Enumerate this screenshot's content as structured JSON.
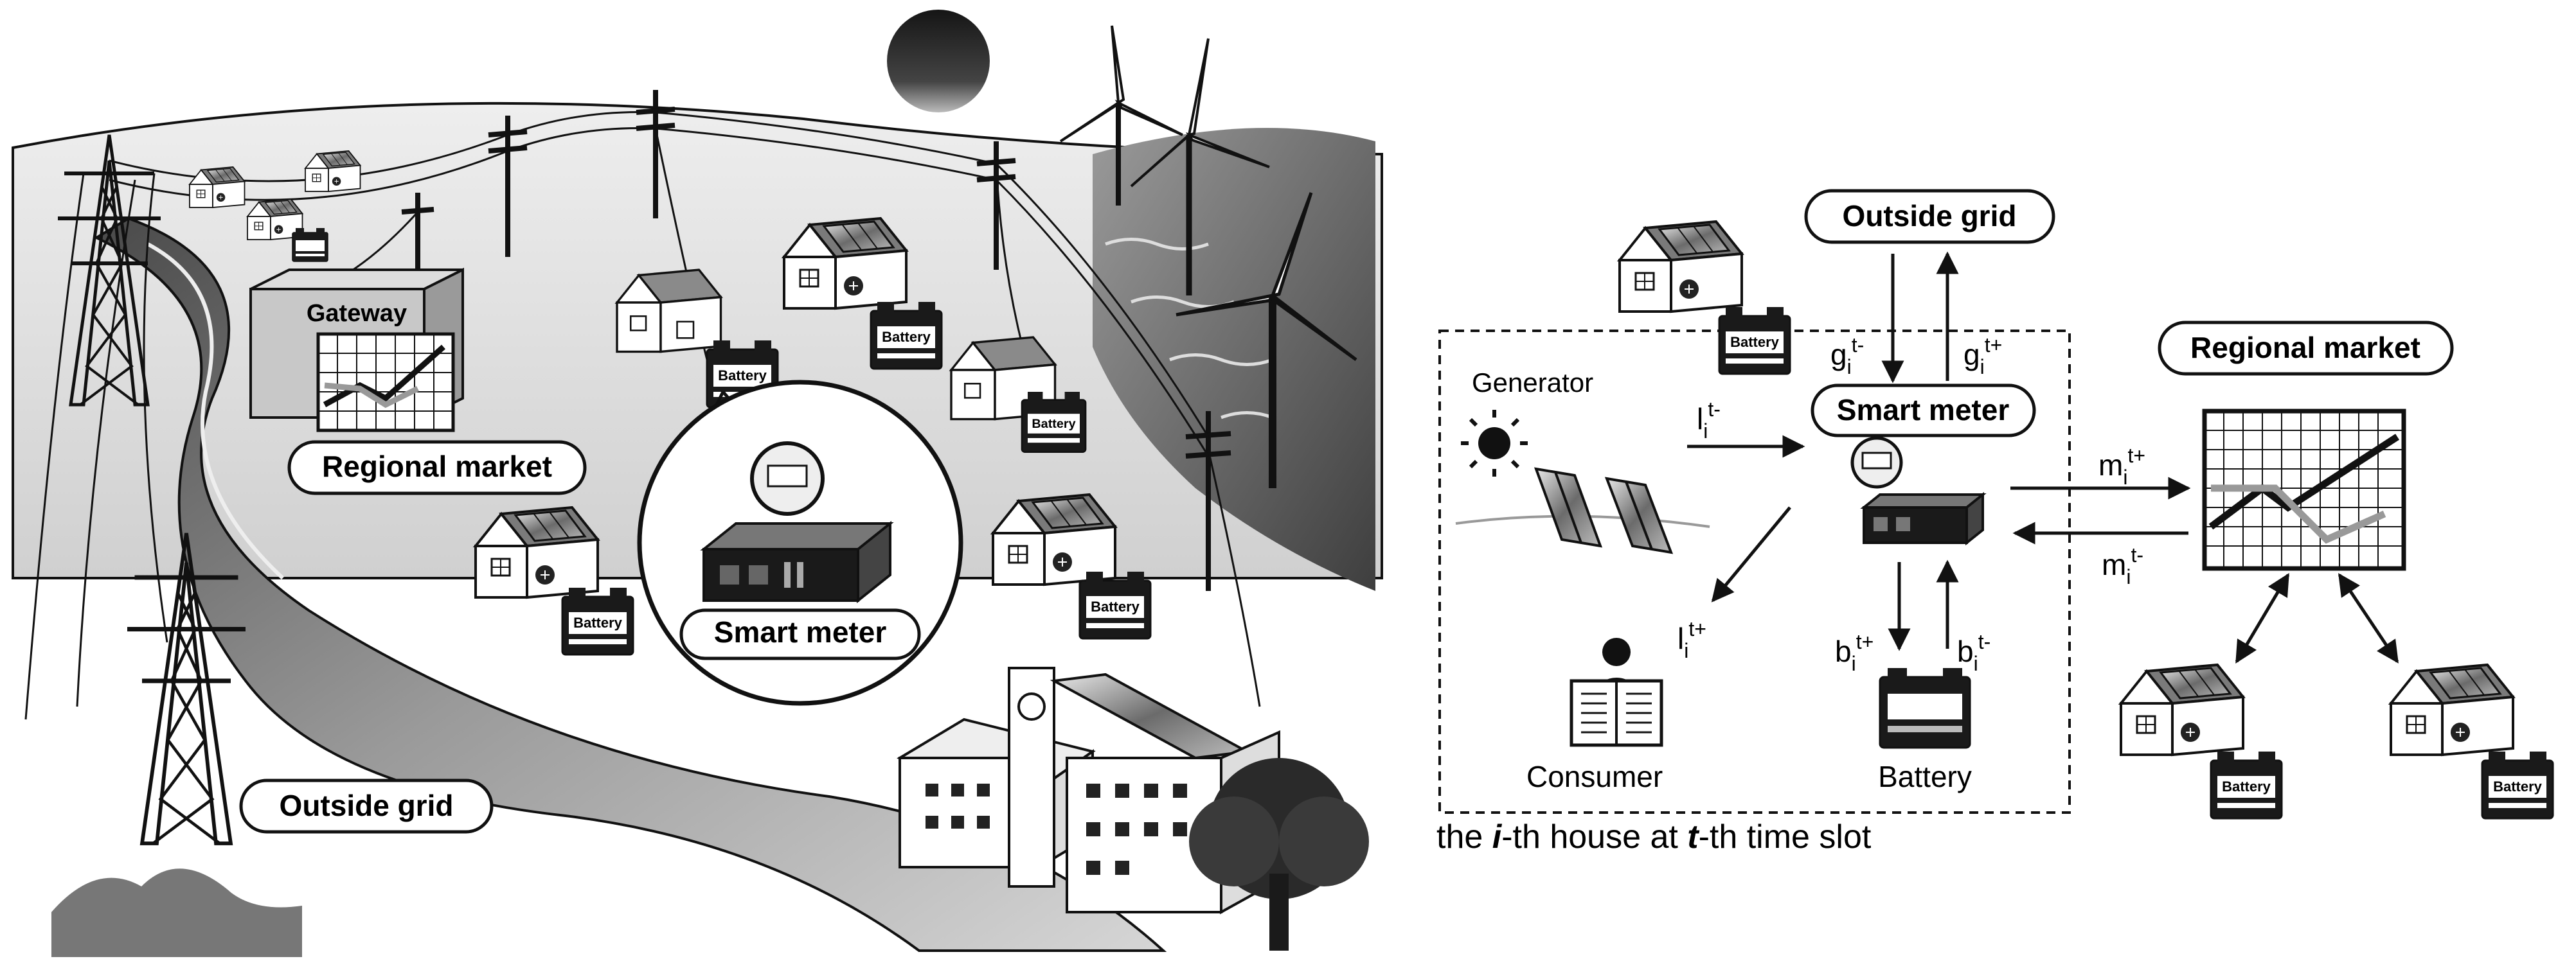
{
  "left_scene": {
    "gateway": "Gateway",
    "regional_market": "Regional market",
    "outside_grid": "Outside grid",
    "smart_meter": "Smart meter",
    "battery": "Battery"
  },
  "right_diagram": {
    "outside_grid": "Outside grid",
    "regional_market": "Regional market",
    "smart_meter": "Smart meter",
    "generator": "Generator",
    "consumer": "Consumer",
    "battery_caption": "Battery",
    "battery_label": "Battery",
    "caption": {
      "part1": "the ",
      "i": "i",
      "part2": "-th house at ",
      "t": "t",
      "part3": "-th time slot"
    },
    "symbols": {
      "g_minus": {
        "base": "g",
        "sub": "i",
        "sup": "t-"
      },
      "g_plus": {
        "base": "g",
        "sub": "i",
        "sup": "t+"
      },
      "l_minus": {
        "base": "l",
        "sub": "i",
        "sup": "t-"
      },
      "l_plus": {
        "base": "l",
        "sub": "i",
        "sup": "t+"
      },
      "m_plus": {
        "base": "m",
        "sub": "i",
        "sup": "t+"
      },
      "m_minus": {
        "base": "m",
        "sub": "i",
        "sup": "t-"
      },
      "b_plus": {
        "base": "b",
        "sub": "i",
        "sup": "t+"
      },
      "b_minus": {
        "base": "b",
        "sub": "i",
        "sup": "t-"
      }
    }
  }
}
